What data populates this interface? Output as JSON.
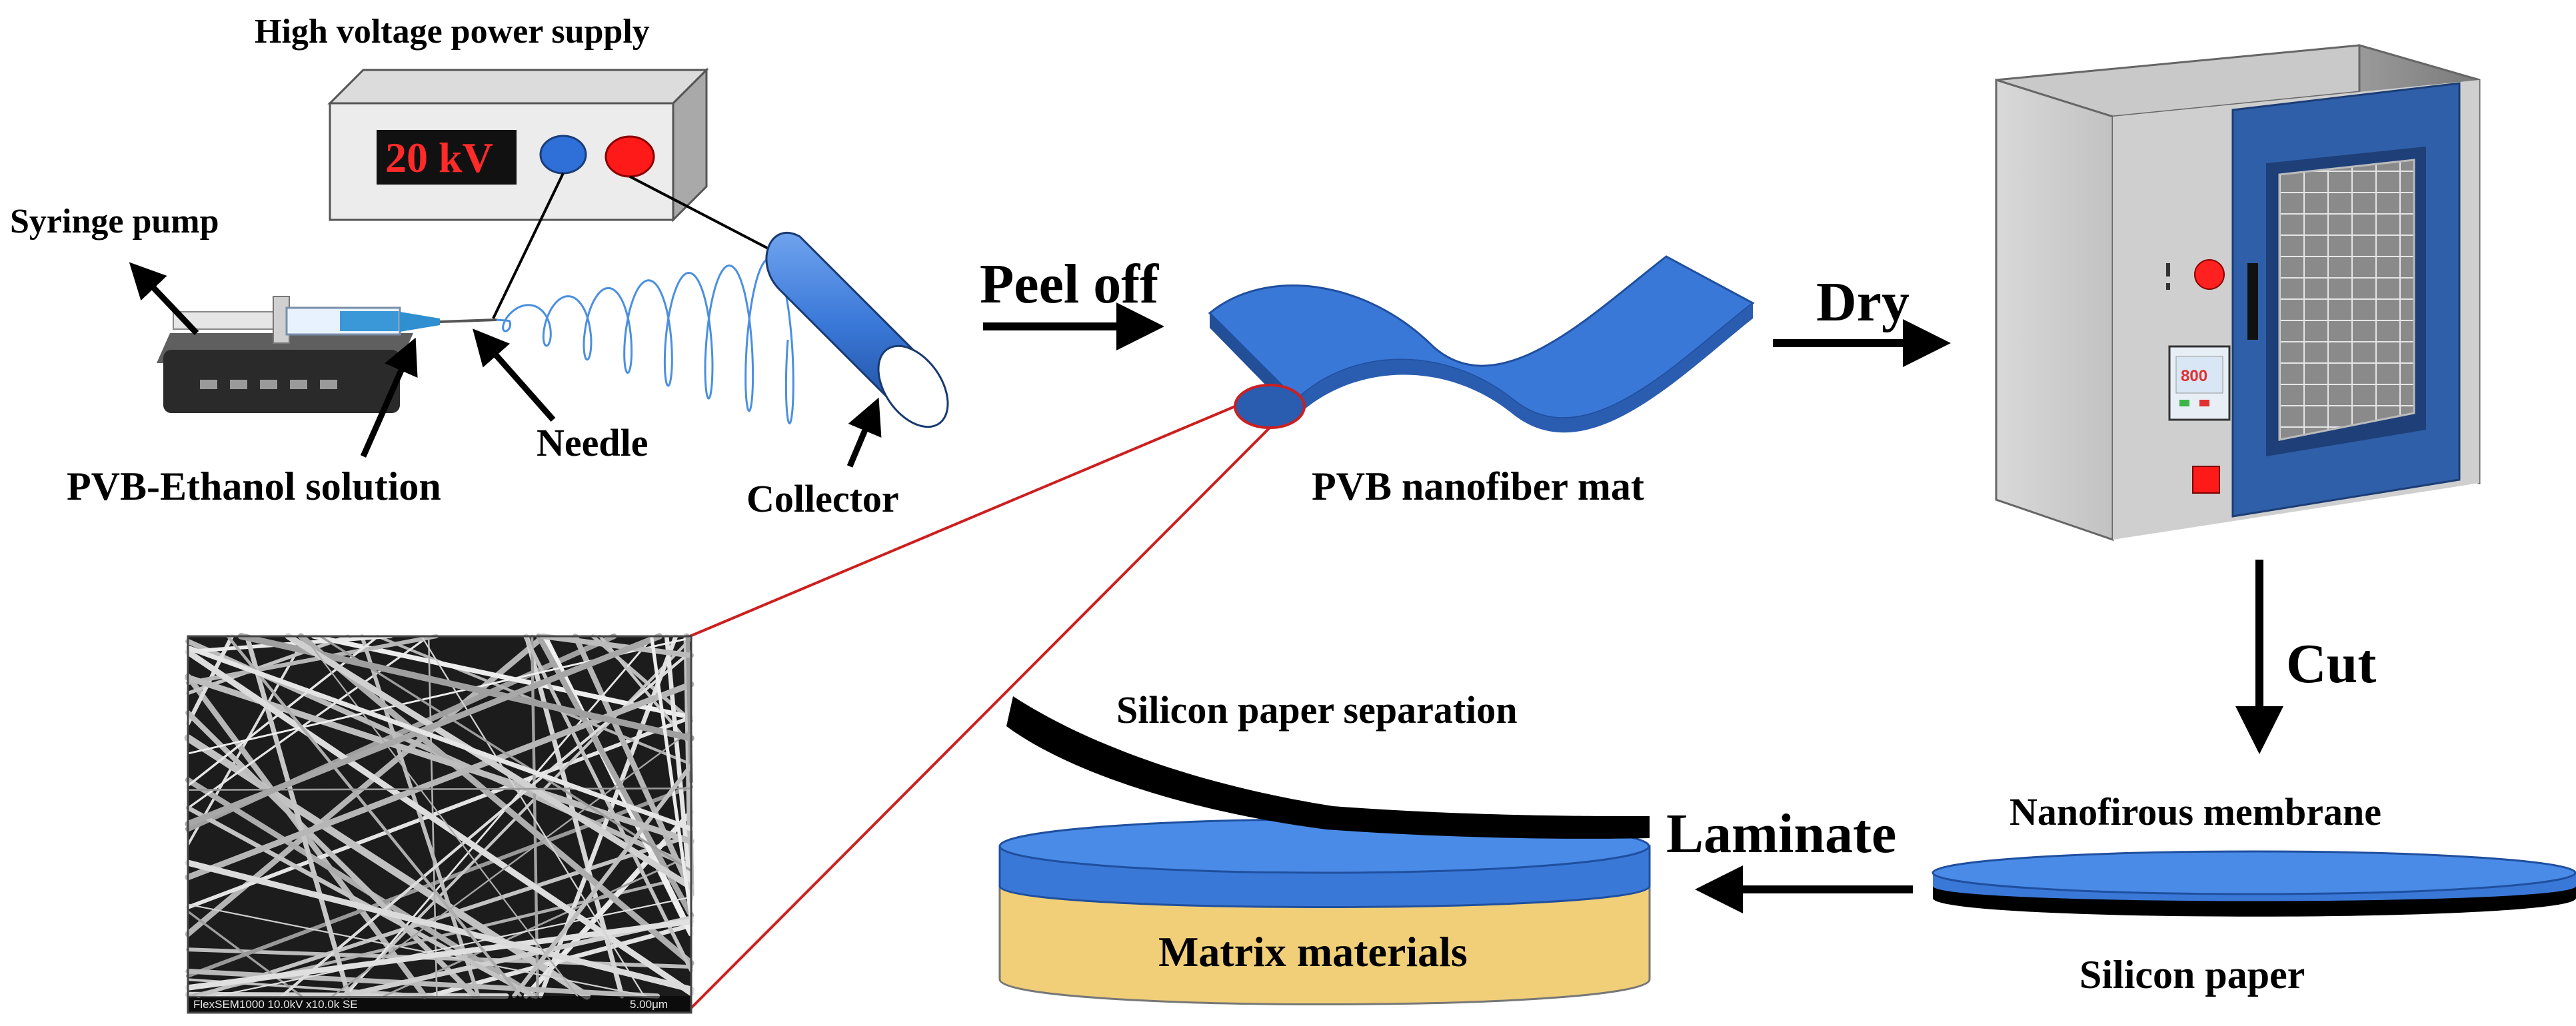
{
  "labels": {
    "power_supply": "High voltage power supply",
    "voltage": "20 kV",
    "syringe_pump": "Syringe pump",
    "solution": "PVB-Ethanol solution",
    "needle": "Needle",
    "collector": "Collector",
    "peel_off": "Peel off",
    "mat": "PVB nanofiber mat",
    "dry": "Dry",
    "cut": "Cut",
    "oven_display": "800",
    "silicon_separation": "Silicon paper separation",
    "laminate": "Laminate",
    "membrane": "Nanofirous membrane",
    "silicon_paper": "Silicon paper",
    "matrix": "Matrix materials",
    "sem_caption_left": "FlexSEM1000 10.0kV x10.0k SE",
    "sem_caption_right": "5.00μm"
  },
  "colors": {
    "fiber_blue": "#3a78d8",
    "sample_blue": "#4a8be8",
    "oven_door_blue": "#2f5fa8",
    "matrix_yellow": "#f0cf78",
    "red_accent": "#cc1f1f",
    "voltage_red": "#ff2a2a"
  }
}
